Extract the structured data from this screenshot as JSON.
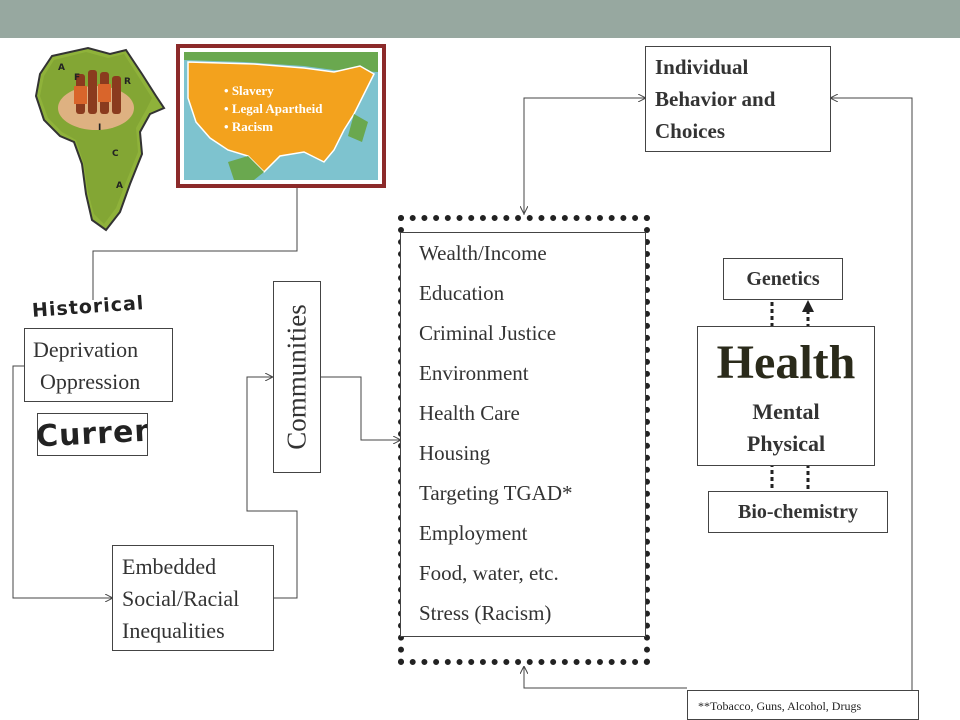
{
  "usa_bullets": [
    "Slavery",
    "Legal Apartheid",
    "Racism"
  ],
  "africa_letters": [
    "A",
    "F",
    "R",
    "I",
    "C",
    "A"
  ],
  "historical_label": "Historical",
  "current_label": "Current",
  "oppression_box": {
    "line1": "Deprivation",
    "line2": "Oppression"
  },
  "communities_label": "Communities",
  "inequalities_box": {
    "line1": "Embedded",
    "line2": "Social/Racial",
    "line3": "Inequalities"
  },
  "determinants": [
    "Wealth/Income",
    "Education",
    "Criminal Justice",
    "Environment",
    "Health Care",
    "Housing",
    "Targeting TGAD*",
    "Employment",
    "Food, water, etc.",
    "Stress (Racism)"
  ],
  "individual_box": {
    "line1": "Individual",
    "line2": "Behavior and",
    "line3": "Choices"
  },
  "genetics_label": "Genetics",
  "health_box": {
    "title": "Health",
    "line1": "Mental",
    "line2": "Physical"
  },
  "biochem_label": "Bio-chemistry",
  "footnote": "**Tobacco, Guns, Alcohol, Drugs",
  "colors": {
    "topbar": "#97a8a0",
    "frame": "#8c2a2a",
    "ocean": "#7ec3cf",
    "land": "#f3a21d"
  }
}
